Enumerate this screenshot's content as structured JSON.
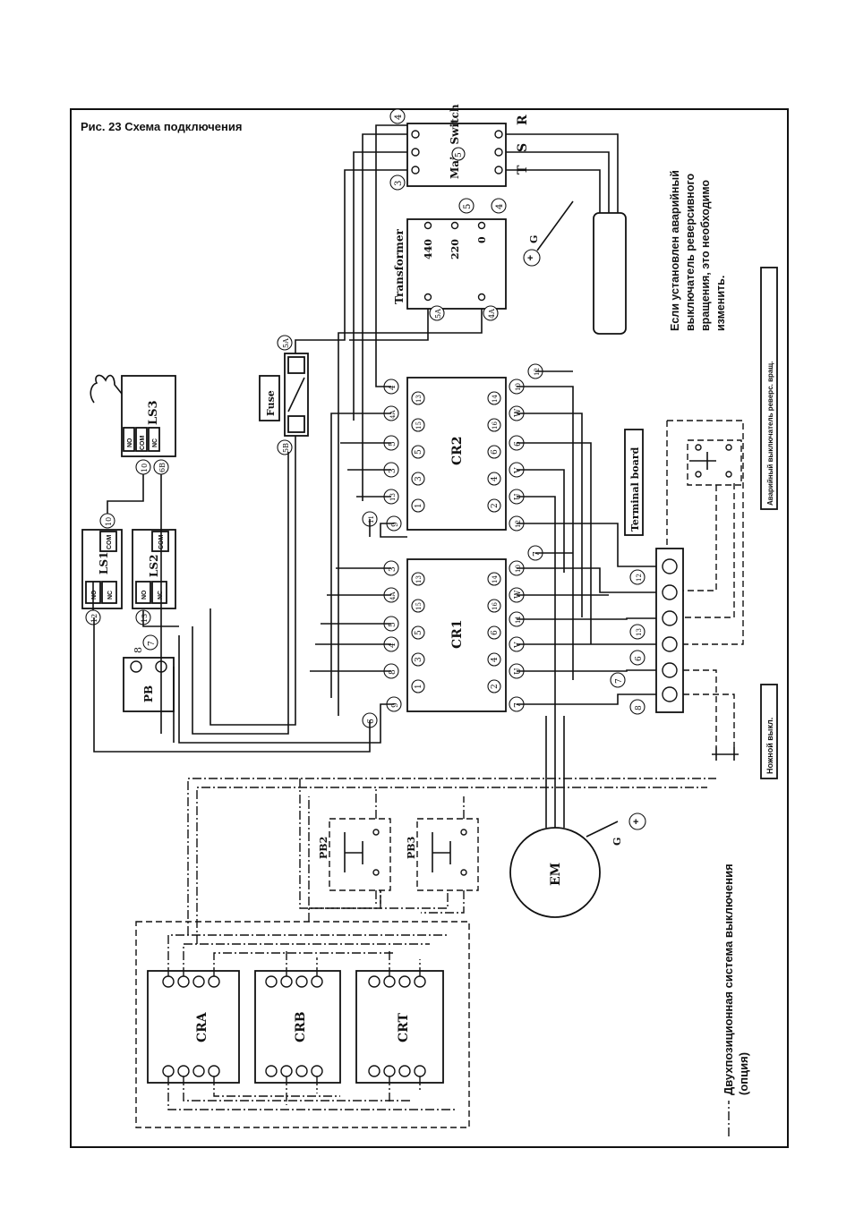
{
  "title": "Рис. 23 Схема подключения",
  "note": {
    "lines": [
      "Если установлен аварийный",
      "выключатель реверсивного",
      "вращения, это необходимо",
      "изменить."
    ]
  },
  "reverse_switch_caption": "Аварийный выключатель реверс. вращ.",
  "foot_switch_caption": "Ножной выкл.",
  "legend": {
    "line1": "Двухпозиционная система выключения",
    "line2": "(опция)"
  },
  "components": {
    "main_switch": "Main Switch",
    "transformer": "Transformer",
    "fuse": "Fuse",
    "cr1": "CR1",
    "cr2": "CR2",
    "ls1": "LS1",
    "ls2": "LS2",
    "ls3": "LS3",
    "pb": "PB",
    "pb2": "PB2",
    "pb3": "PB3",
    "em": "EM",
    "terminal_board": "Terminal board",
    "cra": "CRA",
    "crb": "CRB",
    "crt": "CRT"
  },
  "main_switch_phases": [
    "R",
    "S",
    "T"
  ],
  "main_switch_wires": [
    "4",
    "5",
    "3",
    "5",
    "4"
  ],
  "transformer_taps": [
    "440",
    "220",
    "0"
  ],
  "transformer_wires": [
    "5A",
    "4A"
  ],
  "fuse_wires": [
    "5A",
    "5B"
  ],
  "ground_labels": [
    "G",
    "G"
  ],
  "ls_contacts": {
    "no": "NO",
    "nc": "NC",
    "com": "COM"
  },
  "ls_wires": {
    "ls3_com": "10",
    "ls3_nc": "6B",
    "ls1_com": "10",
    "ls1_no": "12",
    "ls2_no": "13",
    "pb_top": "8",
    "pb_mid": "7"
  },
  "cr1": {
    "top_wires": [
      "3",
      "4A",
      "5",
      "15",
      "13"
    ],
    "top_wires2": [
      "8",
      "4",
      "5",
      "15",
      "13"
    ],
    "inner_top": [
      "1",
      "3",
      "5",
      "15",
      "13"
    ],
    "inner_bottom": [
      "2",
      "4",
      "6",
      "16",
      "14"
    ],
    "bottom_wires": [
      "U",
      "V",
      "11",
      "W",
      "10"
    ],
    "side_left": "9",
    "side_right": "7",
    "side_far": "6",
    "bottom_right": "7"
  },
  "cr2": {
    "top_wires": [
      "4",
      "4A",
      "5",
      "3",
      "13"
    ],
    "inner_top": [
      "1",
      "3",
      "5",
      "15",
      "13"
    ],
    "inner_bottom": [
      "2",
      "4",
      "6",
      "16",
      "14"
    ],
    "bottom_wires": [
      "10",
      "W",
      "6",
      "V",
      "U"
    ],
    "side_left": "9",
    "side_right": "12",
    "side_far": "11",
    "bottom_right": "12"
  },
  "terminal_wires": [
    "12",
    "13",
    "6",
    "7",
    "8"
  ]
}
